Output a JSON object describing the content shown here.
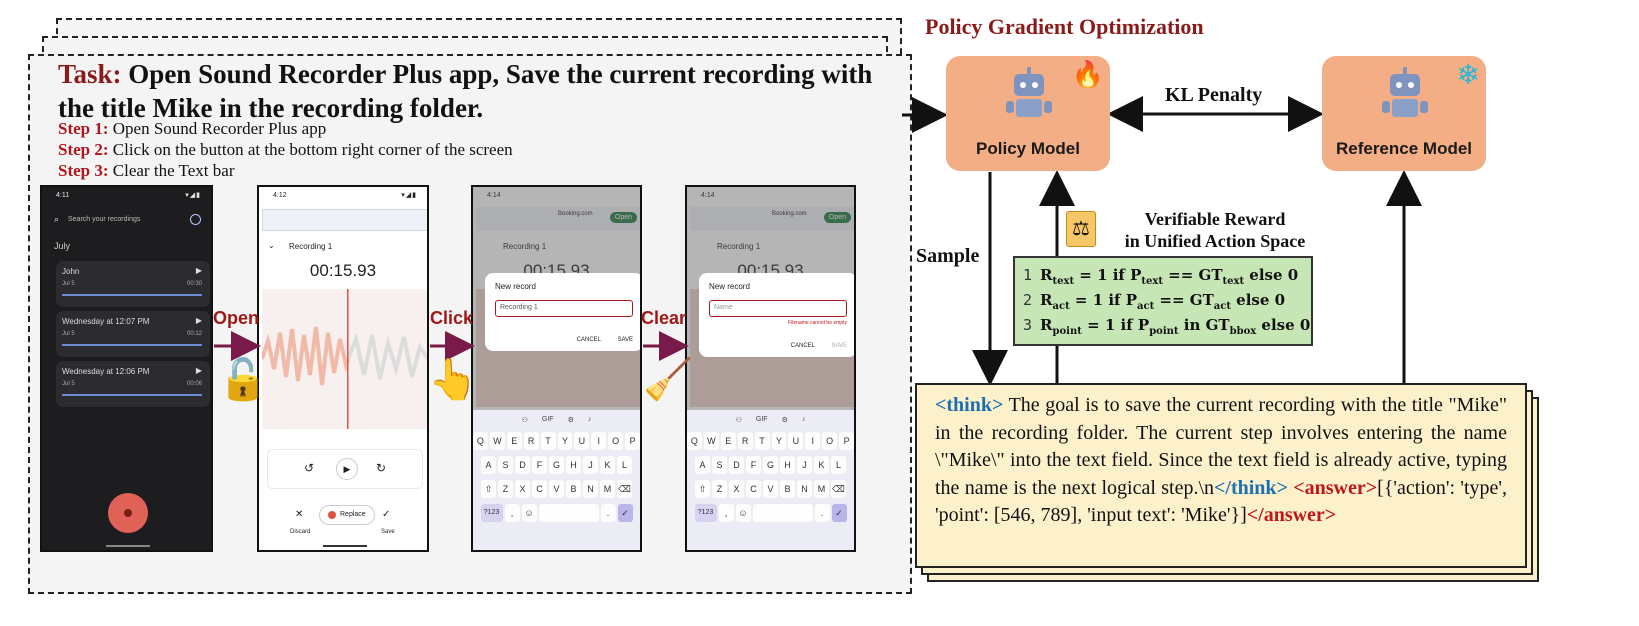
{
  "task": {
    "prefix": "Task:",
    "text": "Open Sound Recorder Plus app, Save the current recording with the title Mike in the recording folder.",
    "steps": [
      {
        "label": "Step 1:",
        "text": "Open Sound Recorder Plus app"
      },
      {
        "label": "Step 2:",
        "text": "Click on the button at the bottom right corner of the screen"
      },
      {
        "label": "Step 3:",
        "text": "Clear the Text bar"
      }
    ]
  },
  "actions": {
    "open": "Open",
    "click": "Click",
    "clear": "Clear"
  },
  "screen1": {
    "time": "4:11",
    "search": "Search your recordings",
    "month": "July",
    "items": [
      {
        "name": "John",
        "date": "Jul 5",
        "duration": "00:30"
      },
      {
        "name": "Wednesday at 12:07 PM",
        "date": "Jul 5",
        "duration": "00:12"
      },
      {
        "name": "Wednesday at 12:06 PM",
        "date": "Jul 5",
        "duration": "00:06"
      }
    ]
  },
  "screen2": {
    "time": "4:12",
    "title": "Recording 1",
    "timer": "00:15.93",
    "discard": "Discard",
    "replace": "Replace",
    "save": "Save"
  },
  "screen3": {
    "time": "4:14",
    "ad": "Booking.com",
    "open": "Open",
    "title": "Recording 1",
    "timer": "00:15.93",
    "dialog_title": "New record",
    "field": "Recording 1",
    "cancel": "CANCEL",
    "save": "SAVE"
  },
  "screen4": {
    "time": "4:14",
    "ad": "Booking.com",
    "open": "Open",
    "title": "Recording 1",
    "timer": "00:15.93",
    "dialog_title": "New record",
    "placeholder": "Name",
    "error": "Filename cannot be empty",
    "cancel": "CANCEL",
    "save": "SAVE"
  },
  "keyboard": {
    "row1": [
      "Q",
      "W",
      "E",
      "R",
      "T",
      "Y",
      "U",
      "I",
      "O",
      "P"
    ],
    "row2": [
      "A",
      "S",
      "D",
      "F",
      "G",
      "H",
      "J",
      "K",
      "L"
    ],
    "row3": [
      "Z",
      "X",
      "C",
      "V",
      "B",
      "N",
      "M"
    ],
    "num": "?123",
    "gif": "GIF"
  },
  "rl": {
    "title": "Policy Gradient Optimization",
    "policy_model": "Policy Model",
    "reference_model": "Reference Model",
    "kl_penalty": "KL Penalty",
    "sample": "Sample",
    "reward_title_1": "Verifiable Reward",
    "reward_title_2": "in Unified Action Space",
    "rewards": [
      {
        "num": "1",
        "r_sub": "text",
        "cond": " = 1 if P",
        "p_sub": "text",
        "op": " == GT",
        "gt_sub": "text",
        "tail": " else 0"
      },
      {
        "num": "2",
        "r_sub": "act",
        "cond": " = 1 if P",
        "p_sub": "act",
        "op": " == GT",
        "gt_sub": "act",
        "tail": " else 0"
      },
      {
        "num": "3",
        "r_sub": "point",
        "cond": " = 1 if P",
        "p_sub": "point",
        "op": " in GT",
        "gt_sub": "bbox",
        "tail": " else 0"
      }
    ],
    "output": {
      "think_open": "<think>",
      "think_text": " The goal is to save the current recording with the title \"Mike\" in the recording folder. The current step involves entering the name \\\"Mike\\\" into the text field. Since the text field is already active, typing the name is the next logical step.\\n",
      "think_close": "</think>",
      "answer_open": " <answer>",
      "answer_text": "[{'action': 'type', 'point': [546, 789], 'input text': 'Mike'}]",
      "answer_close": "</answer>"
    }
  },
  "colors": {
    "model_box": "#f4ae85",
    "reward_box": "#c7e6b6",
    "output_box": "#fdf1cb",
    "think": "#1a6fb5",
    "answer": "#c0151a",
    "title": "#8b1a1a"
  }
}
